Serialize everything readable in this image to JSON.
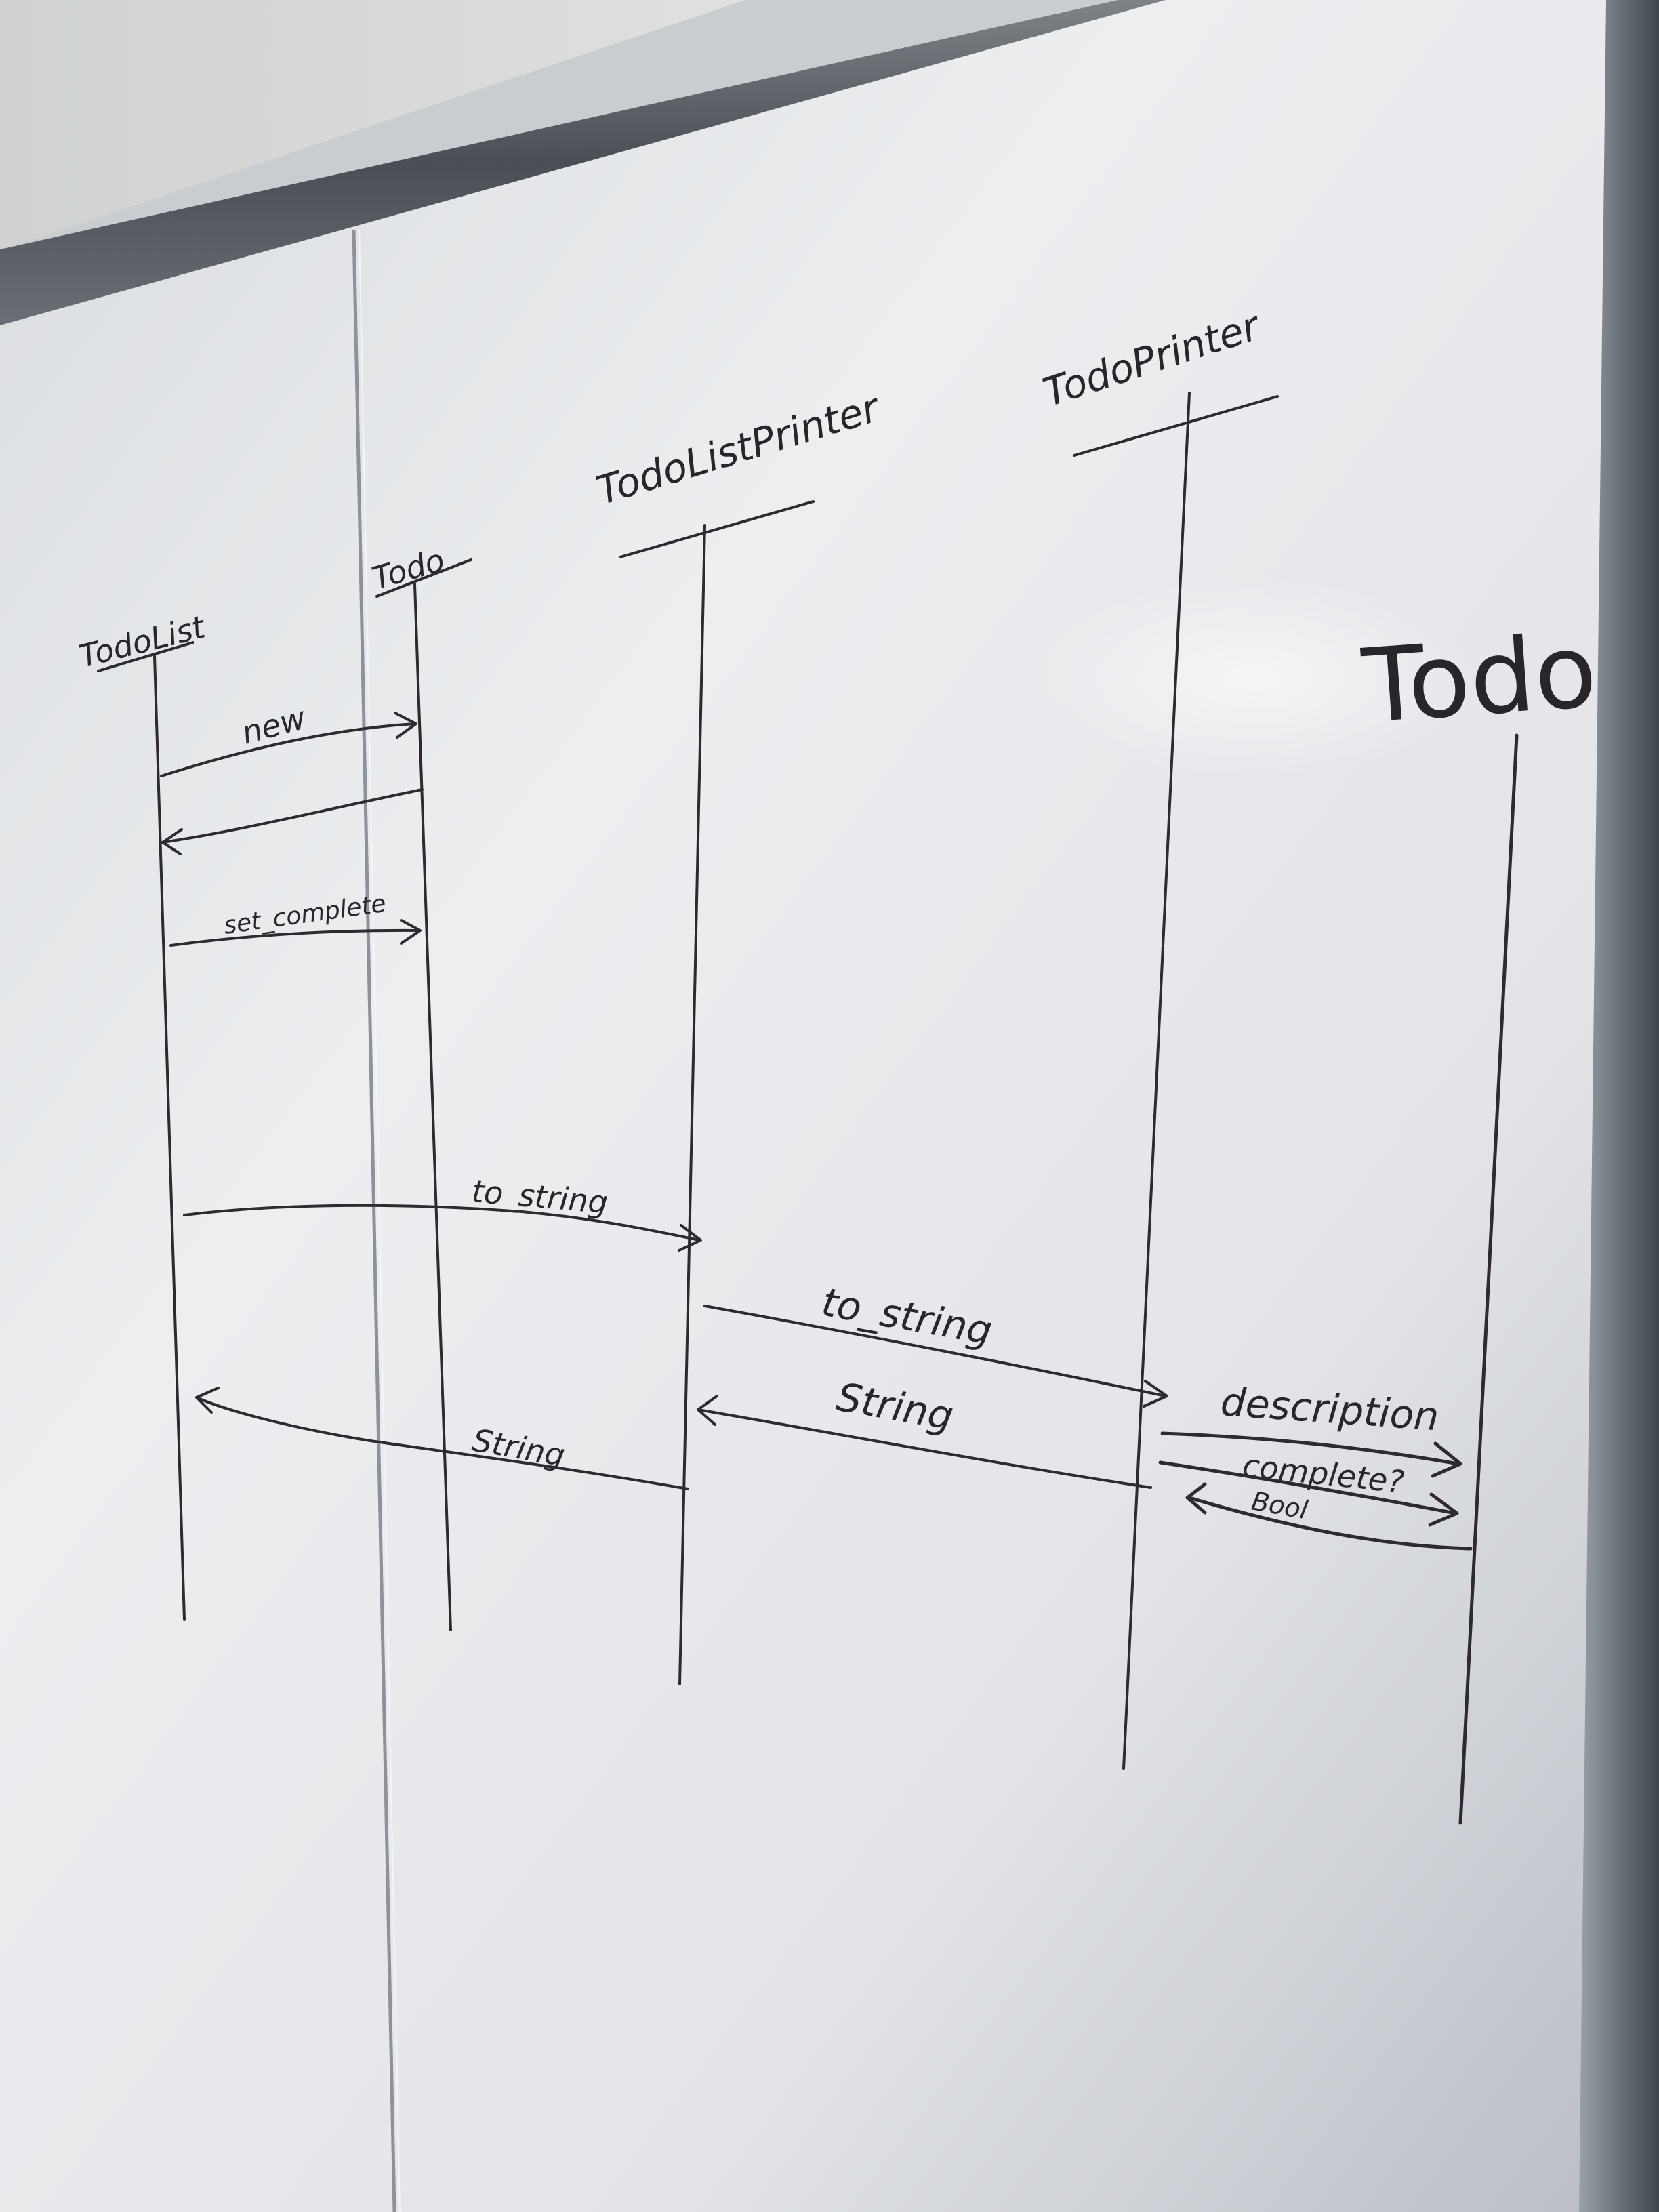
{
  "participants": {
    "todolist": "TodoList",
    "todo_small": "Todo",
    "todolistprinter": "TodoListPrinter",
    "todoprinter": "TodoPrinter",
    "todo_large": "Todo"
  },
  "messages": {
    "new": "new",
    "set_complete": "set_complete",
    "to_string_1": "to_string",
    "to_string_2": "to_string",
    "string_1": "String",
    "string_2": "String",
    "description": "description",
    "complete": "complete?",
    "bool": "Bool"
  },
  "colors": {
    "ink": "#2b2b30",
    "board": "#e6e7ea"
  }
}
